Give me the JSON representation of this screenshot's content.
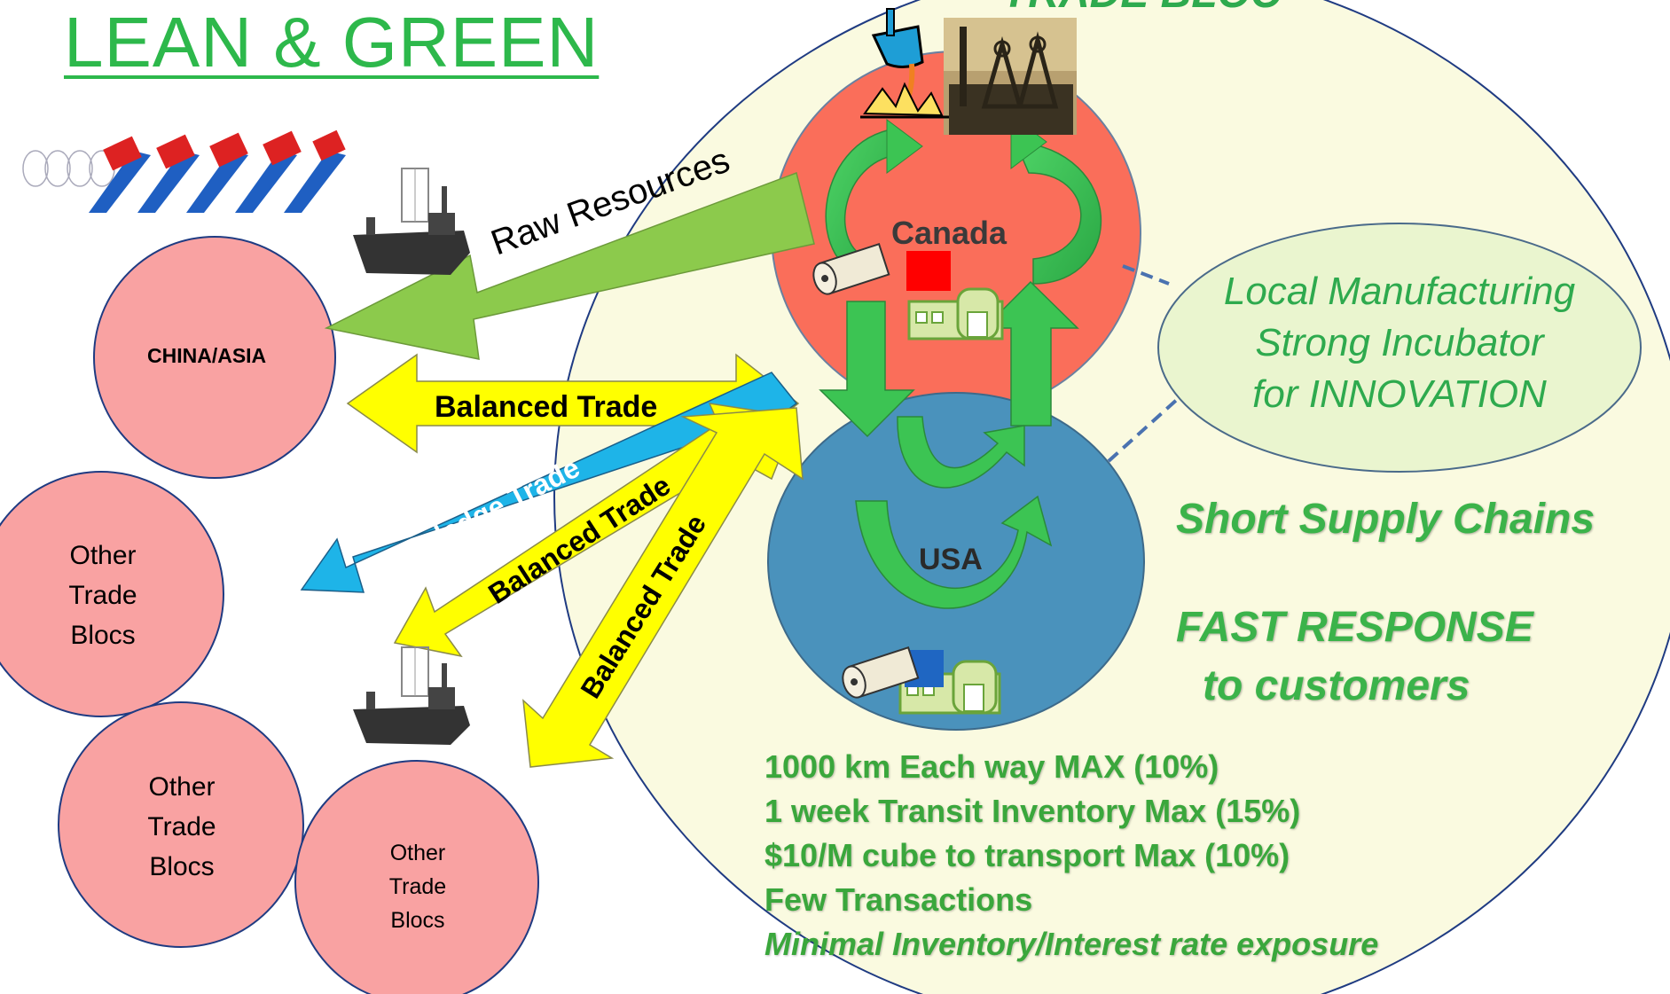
{
  "title": "LEAN & GREEN",
  "trade_bloc_heading": "TRADE BLOC",
  "regions": {
    "canada": "Canada",
    "usa": "USA",
    "china_asia": "CHINA/ASIA",
    "other1": [
      "Other",
      "Trade",
      "Blocs"
    ],
    "other2": [
      "Other",
      "Trade",
      "Blocs"
    ],
    "other3": [
      "Other",
      "Trade",
      "Blocs"
    ]
  },
  "arrows": {
    "raw_resources": "Raw Resources",
    "balanced_trade_1": "Balanced Trade",
    "knowledge_trade": "Knowledge Trade",
    "balanced_trade_2": "Balanced Trade",
    "balanced_trade_3": "Balanced Trade"
  },
  "callout": [
    "Local Manufacturing",
    "Strong Incubator",
    "for INNOVATION"
  ],
  "short_supply": "Short  Supply  Chains",
  "fast_response": [
    "FAST RESPONSE",
    "to customers"
  ],
  "stats": [
    "1000 km Each way MAX (10%)",
    "1 week Transit Inventory Max (15%)",
    "$10/M cube to transport Max (10%)",
    "Few Transactions",
    "Minimal Inventory/Interest rate exposure"
  ],
  "colors": {
    "title_green": "#2db84b",
    "bloc_fill": "#fafae0",
    "canada_red": "#fa6e5a",
    "usa_blue": "#4a92bc",
    "other_pink": "#f9a2a2",
    "yellow_arrow": "#ffff00",
    "cyan_arrow": "#1eb4e8",
    "green_arrow": "#3cc453",
    "raw_arrow_green": "#8cca4c"
  },
  "icons": [
    "ship-icon",
    "factory-icon",
    "mine-icon",
    "foundry-icon",
    "paper-roll-icon",
    "coil-icon"
  ]
}
